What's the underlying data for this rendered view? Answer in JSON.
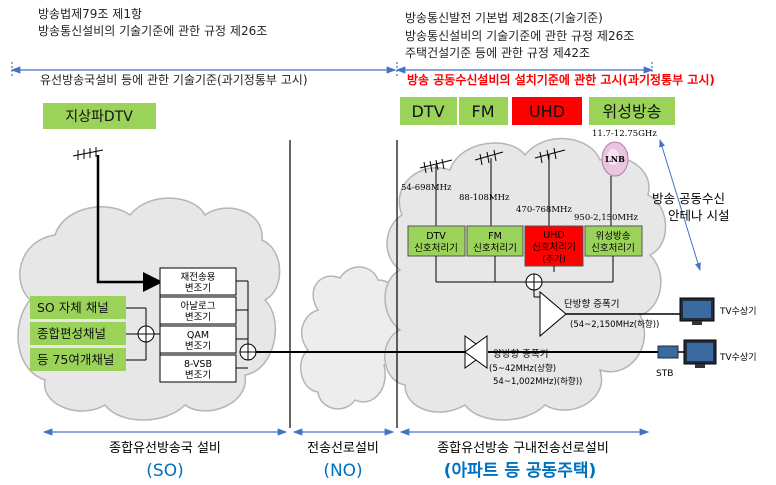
{
  "header_left": {
    "line1": "방송법제79조 제1항",
    "line2": "방송통신설비의 기술기준에 관한 규정 제26조"
  },
  "header_right": {
    "line1": "방송통신발전 기본법 제28조(기술기준)",
    "line2": "방송통신설비의 기술기준에 관한 규정 제26조",
    "line3": "주택건설기준 등에 관한 규정 제42조"
  },
  "span_left_label": "유선방송국설비 등에 관한 기술기준(과기정통부 고시)",
  "span_right_label": "방송 공동수신설비의 설치기준에 관한 고시(과기정통부 고시)",
  "service_tags": {
    "terrestrial": "지상파DTV",
    "dtv": "DTV",
    "fm": "FM",
    "uhd": "UHD",
    "satellite": "위성방송"
  },
  "freq": {
    "dtv": "54-698MHz",
    "fm": "88-108MHz",
    "uhd": "470-768MHz",
    "sat": "950-2,150MHz",
    "ku": "11.7-12.75GHz"
  },
  "lnb": "LNB",
  "processors": {
    "dtv": [
      "DTV",
      "신호처리기"
    ],
    "fm": [
      "FM",
      "신호처리기"
    ],
    "uhd": [
      "UHD",
      "신호처리기",
      "(추가)"
    ],
    "sat": [
      "위성방송",
      "신호처리기"
    ]
  },
  "antenna_facility": [
    "방송 공동수신",
    "안테나 시설"
  ],
  "modulators": [
    [
      "재전송용",
      "변조기"
    ],
    [
      "아날로그",
      "변조기"
    ],
    [
      "QAM",
      "변조기"
    ],
    [
      "8-VSB",
      "변조기"
    ]
  ],
  "channels": [
    "SO 자체 채널",
    "종합편성채널",
    "등 75여개채널"
  ],
  "uni_amp": {
    "title": "단방향 증폭기",
    "sub": "(54~2,150MHz(하향))"
  },
  "bi_amp": {
    "title": "양방향 증폭기",
    "sub1": "(5~42MHz(상향)",
    "sub2": "54~1,002MHz)(하향))"
  },
  "tv1": "TV수상기",
  "tv2": "TV수상기",
  "stb": "STB",
  "bottom": {
    "so_label": "종합유선방송국 설비",
    "so_abbr": "(SO)",
    "no_label": "전송선로설비",
    "no_abbr": "(NO)",
    "apt_label": "종합유선방송 구내전송선로설비",
    "apt_abbr": "(아파트 등 공동주택)"
  },
  "colors": {
    "tag_green": "#9bd35a",
    "uhd_red": "#ff0000",
    "span_blue": "#4472c4",
    "abbr_blue": "#0070c0",
    "red_text": "#ff0000"
  }
}
